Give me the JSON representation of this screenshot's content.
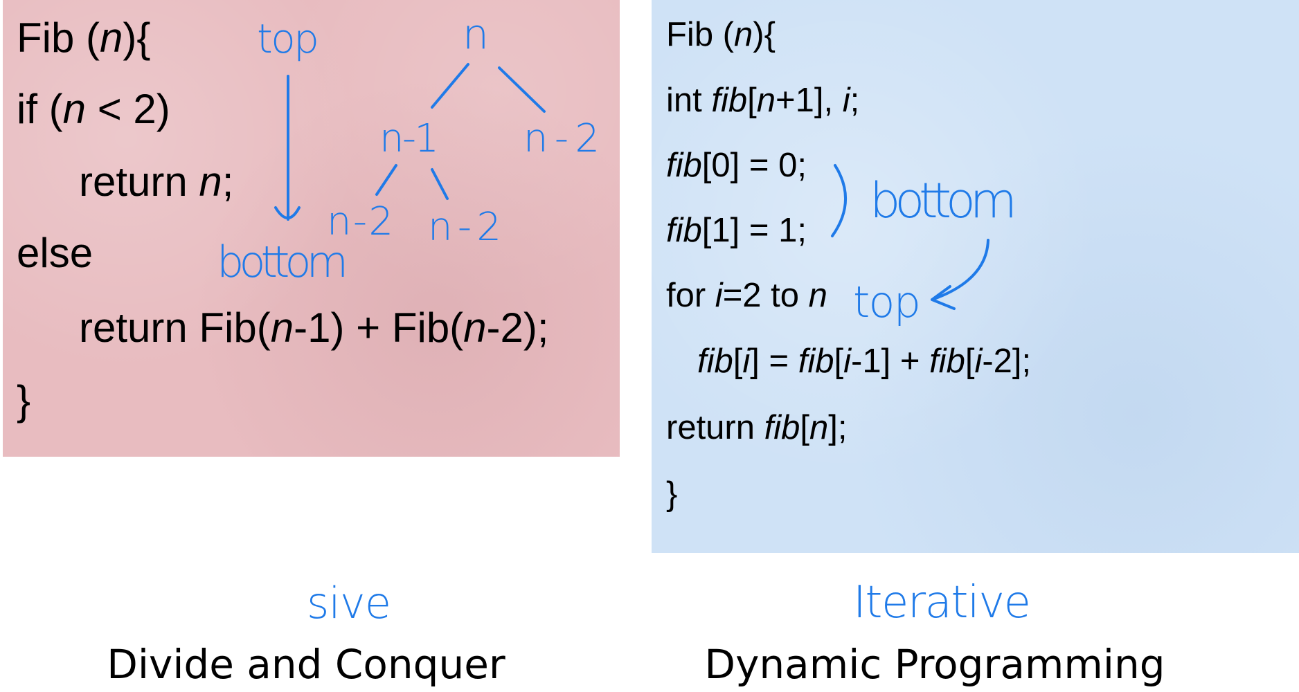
{
  "left": {
    "caption": "Divide and Conquer",
    "handwritten_caption": "sive",
    "code": [
      [
        {
          "t": "Fib ("
        },
        {
          "t": "n",
          "i": true
        },
        {
          "t": "){"
        }
      ],
      [
        {
          "t": "if ("
        },
        {
          "t": "n",
          "i": true
        },
        {
          "t": " < 2)"
        }
      ],
      [
        {
          "t": "return "
        },
        {
          "t": "n",
          "i": true
        },
        {
          "t": ";"
        }
      ],
      [
        {
          "t": "else"
        }
      ],
      [
        {
          "t": "return Fib("
        },
        {
          "t": "n",
          "i": true
        },
        {
          "t": "-1) + Fib("
        },
        {
          "t": "n",
          "i": true
        },
        {
          "t": "-2);"
        }
      ],
      [
        {
          "t": "}"
        }
      ]
    ],
    "annotations": {
      "top": "top",
      "bottom": "bottom",
      "tree_root": "n",
      "tree_left": "n-1",
      "tree_right": "n-2",
      "tree_ll": "n-2",
      "tree_lr": "n-2"
    }
  },
  "right": {
    "caption": "Dynamic Programming",
    "handwritten_caption": "Iterative",
    "code": [
      [
        {
          "t": "Fib ("
        },
        {
          "t": "n",
          "i": true
        },
        {
          "t": "){"
        }
      ],
      [
        {
          "t": "int "
        },
        {
          "t": "fib",
          "i": true
        },
        {
          "t": "["
        },
        {
          "t": "n",
          "i": true
        },
        {
          "t": "+1], "
        },
        {
          "t": "i",
          "i": true
        },
        {
          "t": ";"
        }
      ],
      [
        {
          "t": "fib",
          "i": true
        },
        {
          "t": "[0] = 0;"
        }
      ],
      [
        {
          "t": "fib",
          "i": true
        },
        {
          "t": "[1] = 1;"
        }
      ],
      [
        {
          "t": "for "
        },
        {
          "t": "i",
          "i": true
        },
        {
          "t": "=2 to "
        },
        {
          "t": "n",
          "i": true
        }
      ],
      [
        {
          "t": "fib",
          "i": true
        },
        {
          "t": "["
        },
        {
          "t": "i",
          "i": true
        },
        {
          "t": "] = "
        },
        {
          "t": "fib",
          "i": true
        },
        {
          "t": "["
        },
        {
          "t": "i",
          "i": true
        },
        {
          "t": "-1] + "
        },
        {
          "t": "fib",
          "i": true
        },
        {
          "t": "["
        },
        {
          "t": "i",
          "i": true
        },
        {
          "t": "-2];"
        }
      ],
      [
        {
          "t": "return "
        },
        {
          "t": "fib",
          "i": true
        },
        {
          "t": "["
        },
        {
          "t": "n",
          "i": true
        },
        {
          "t": "];"
        }
      ],
      [
        {
          "t": "}"
        }
      ]
    ],
    "annotations": {
      "bottom": "bottom",
      "top": "top"
    }
  },
  "colors": {
    "ink": "#1f7ae8",
    "left_bg": "#e8bcc0",
    "right_bg": "#cfe2f6"
  }
}
